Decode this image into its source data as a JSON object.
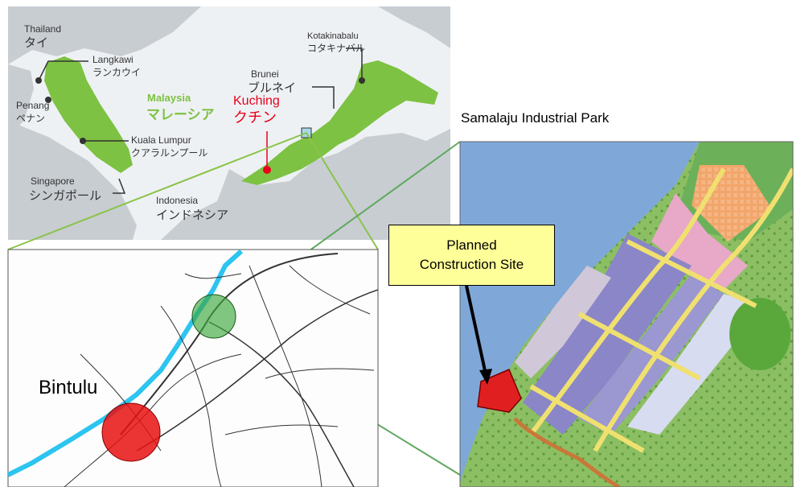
{
  "regional_map": {
    "labels": {
      "thailand_en": "Thailand",
      "thailand_jp": "タイ",
      "langkawi_en": "Langkawi",
      "langkawi_jp": "ランカウイ",
      "penang_en": "Penang",
      "penang_jp": "ペナン",
      "malaysia_en": "Malaysia",
      "malaysia_jp": "マレーシア",
      "kuala_lumpur_en": "Kuala Lumpur",
      "kuala_lumpur_jp": "クアラルンプール",
      "singapore_en": "Singapore",
      "singapore_jp": "シンガポール",
      "indonesia_en": "Indonesia",
      "indonesia_jp": "インドネシア",
      "brunei_en": "Brunei",
      "brunei_jp": "ブルネイ",
      "kotakinabalu_en": "Kotakinabalu",
      "kotakinabalu_jp": "コタキナバル",
      "kuching_en": "Kuching",
      "kuching_jp": "クチン"
    }
  },
  "bintulu_map": {
    "label": "Bintulu"
  },
  "park_map": {
    "title": "Samalaju Industrial Park",
    "callout_line1": "Planned",
    "callout_line2": "Construction Site"
  },
  "colors": {
    "land_green": "#7dc242",
    "land_gray": "#c8cdd2",
    "sea": "#eef1f4",
    "kuching_red": "#e8001c",
    "connector_green": "#5fa85f",
    "callout_fill": "#ffff99",
    "bintulu_marker": "#e81010",
    "samalaju_marker": "#3ea83e",
    "river": "#2cc4f0",
    "park_sea": "#7fa8d8",
    "park_blocks": "#8a86c8",
    "site_red": "#e02020"
  }
}
